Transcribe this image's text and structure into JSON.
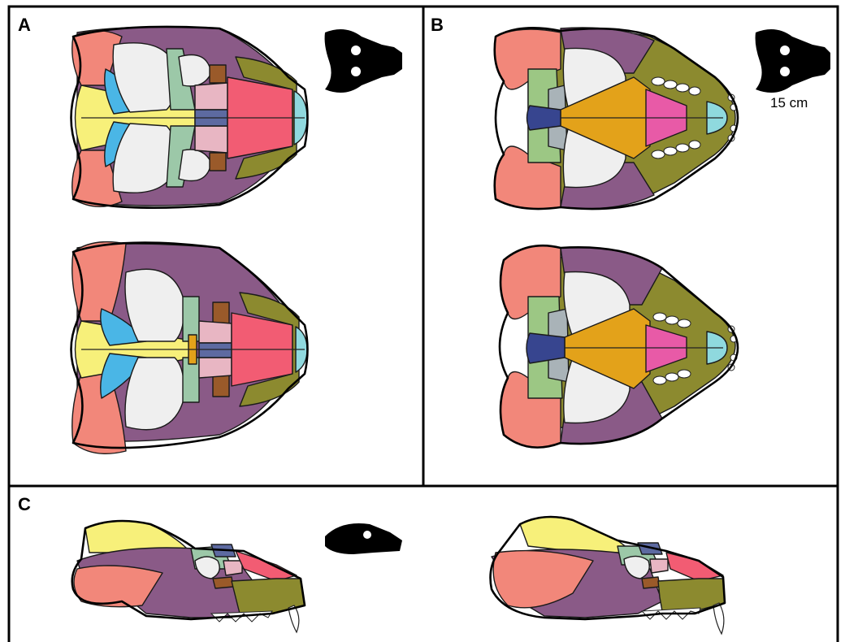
{
  "panels": [
    {
      "id": "A",
      "label": "A"
    },
    {
      "id": "B",
      "label": "B"
    },
    {
      "id": "C",
      "label": "C"
    }
  ],
  "scale_bar": {
    "text": "15 cm"
  },
  "colors": {
    "squamosal": "#f2877a",
    "parietal": "#8a5a87",
    "frontal": "#f25c73",
    "maxilla": "#8c8a2f",
    "premaxilla": "#8fd9de",
    "nasal_septum": "#f7f07a",
    "supraoccipital_blue": "#4ab6e6",
    "postorbital_green": "#9cc8a8",
    "jugal_pink": "#e8b6c3",
    "lacrimal_brown": "#9a5a2a",
    "interparietal_navy": "#5d6aa1",
    "palatine_yellow": "#e3a21a",
    "vomer_magenta": "#e85aa7",
    "basioccipital_navy": "#37458f",
    "pterygoid_green": "#9cc784",
    "quadrate_grey": "#a9b3b8",
    "fenestra": "#efefef",
    "teeth": "#ffffff",
    "silhouette": "#000000"
  }
}
